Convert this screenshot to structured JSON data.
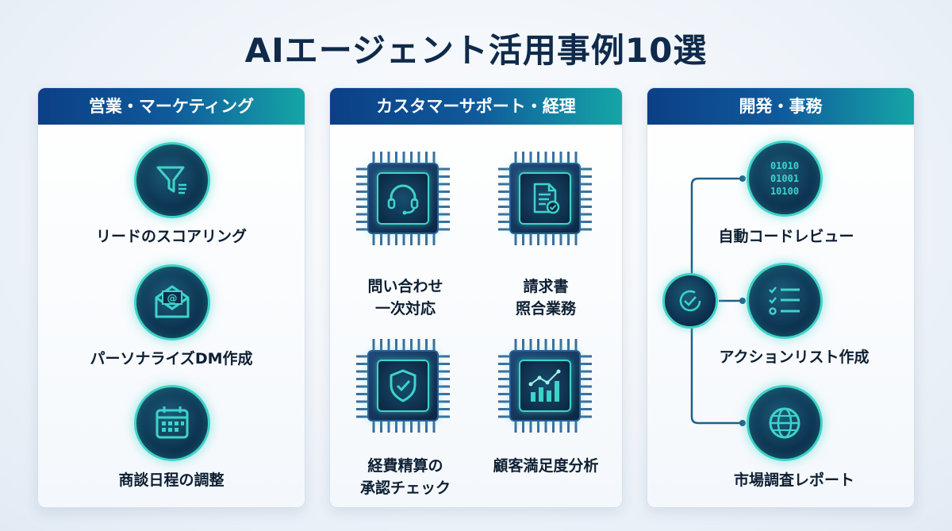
{
  "title": "AIエージェント活用事例10選",
  "sections": {
    "sales": {
      "header": "営業・マーケティング",
      "items": [
        {
          "label": "リードのスコアリング",
          "icon": "funnel-icon"
        },
        {
          "label": "パーソナライズDM作成",
          "icon": "email-icon"
        },
        {
          "label": "商談日程の調整",
          "icon": "calendar-icon"
        }
      ]
    },
    "support": {
      "header": "カスタマーサポート・経理",
      "items": [
        {
          "line1": "問い合わせ",
          "line2": "一次対応",
          "icon": "headset-icon"
        },
        {
          "line1": "請求書",
          "line2": "照合業務",
          "icon": "invoice-check-icon"
        },
        {
          "line1": "経費精算の",
          "line2": "承認チェック",
          "icon": "shield-check-icon"
        },
        {
          "line1": "顧客満足度分析",
          "line2": "",
          "icon": "bar-chart-icon"
        }
      ]
    },
    "dev": {
      "header": "開発・事務",
      "binary_lines": [
        "01010",
        "01001",
        "10100"
      ],
      "items": [
        {
          "label": "自動コードレビュー",
          "icon": "binary-code-icon"
        },
        {
          "label": "アクションリスト作成",
          "icon": "checklist-icon"
        },
        {
          "label": "市場調査レポート",
          "icon": "globe-icon"
        }
      ]
    }
  },
  "colors": {
    "accent": "#3fd3c8",
    "header_start": "#0c3f86",
    "header_end": "#15a6a6",
    "icon_bg": "#0b2c4a"
  }
}
